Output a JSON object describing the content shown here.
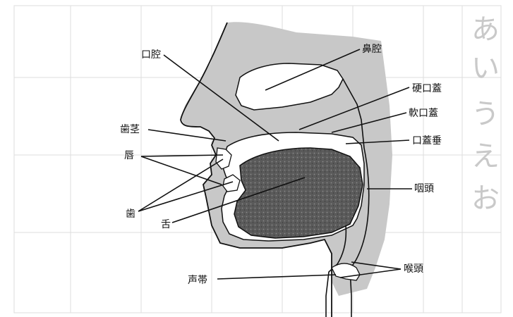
{
  "labels": {
    "oral_cavity": "口腔",
    "nasal_cavity": "鼻腔",
    "hard_palate": "硬口蓋",
    "soft_palate": "軟口蓋",
    "uvula": "口蓋垂",
    "alveolar_ridge": "歯茎",
    "lips": "唇",
    "pharynx": "咽頭",
    "teeth": "歯",
    "tongue": "舌",
    "vocal_cords": "声帯",
    "larynx": "喉頭"
  },
  "background_hiragana": [
    "あ",
    "い",
    "う",
    "え",
    "お"
  ],
  "colors": {
    "tissue": "#c8c8c8",
    "tongue": "#5a5a5a",
    "outline": "#111111",
    "grid": "#dddddd"
  }
}
